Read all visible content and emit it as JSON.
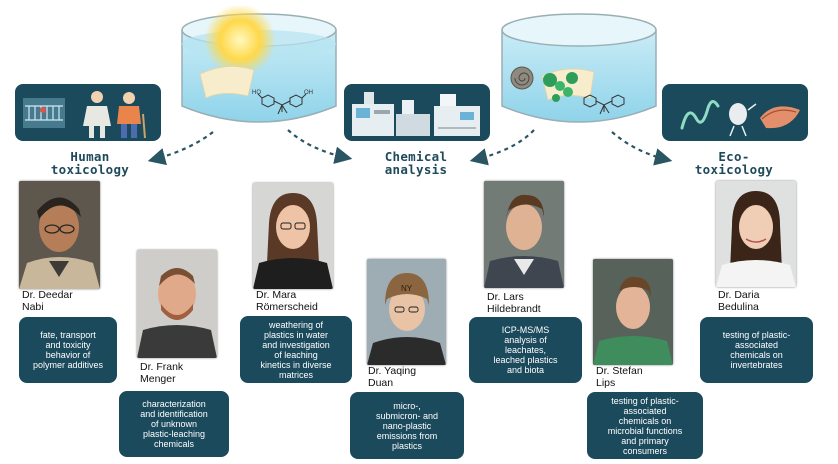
{
  "areas": {
    "human": "Human\ntoxicology",
    "chemical": "Chemical\nanalysis",
    "eco": "Eco-\ntoxicology"
  },
  "people": [
    {
      "name": "Dr. Deedar\nNabi",
      "description": "fate, transport\nand toxicity\nbehavior of\npolymer additives"
    },
    {
      "name": "Dr. Frank\nMenger",
      "description": "characterization\nand  identification\nof unknown\nplastic-leaching\nchemicals"
    },
    {
      "name": "Dr. Mara\nRömerscheid",
      "description": "weathering of\nplastics in water\nand investigation\nof leaching\nkinetics in diverse\nmatrices"
    },
    {
      "name": "Dr. Yaqing\nDuan",
      "description": "micro-,\nsubmicron- and\nnano-plastic\nemissions from\nplastics"
    },
    {
      "name": "Dr. Lars\nHildebrandt",
      "description": "ICP-MS/MS\nanalysis of\nleachates,\nleached plastics\nand biota"
    },
    {
      "name": "Dr. Stefan\nLips",
      "description": "testing of plastic-\nassociated\nchemicals on\nmicrobial functions\nand primary\nconsumers"
    },
    {
      "name": "Dr. Daria\nBedulina",
      "description": "testing of plastic-\nassociated\nchemicals on\ninvertebrates"
    }
  ],
  "colors": {
    "panel": "#1b4a5c",
    "label": "#1e4a5a",
    "arrow": "#2a5563"
  }
}
